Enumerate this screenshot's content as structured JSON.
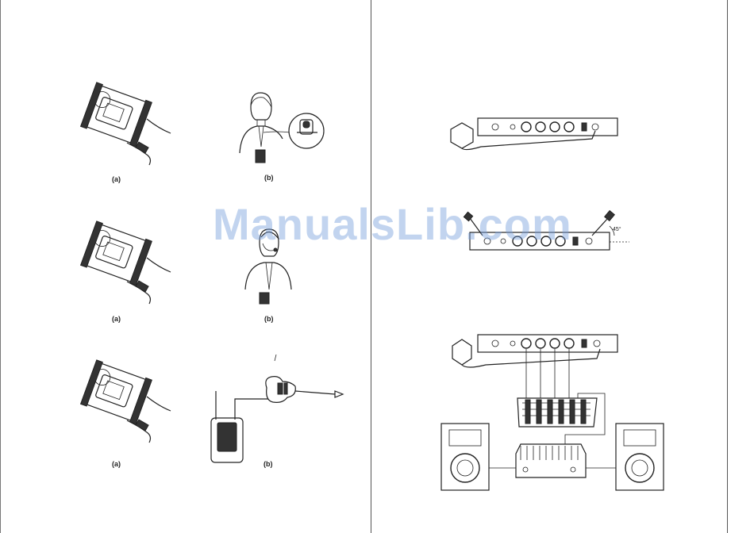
{
  "captions": {
    "r1a": "(a)",
    "r1b": "(b)",
    "r2a": "(a)",
    "r2b": "(b)",
    "r3a": "(a)",
    "r3b": "(b)"
  },
  "watermark": "ManualsLib.com",
  "angle_label": "45°"
}
